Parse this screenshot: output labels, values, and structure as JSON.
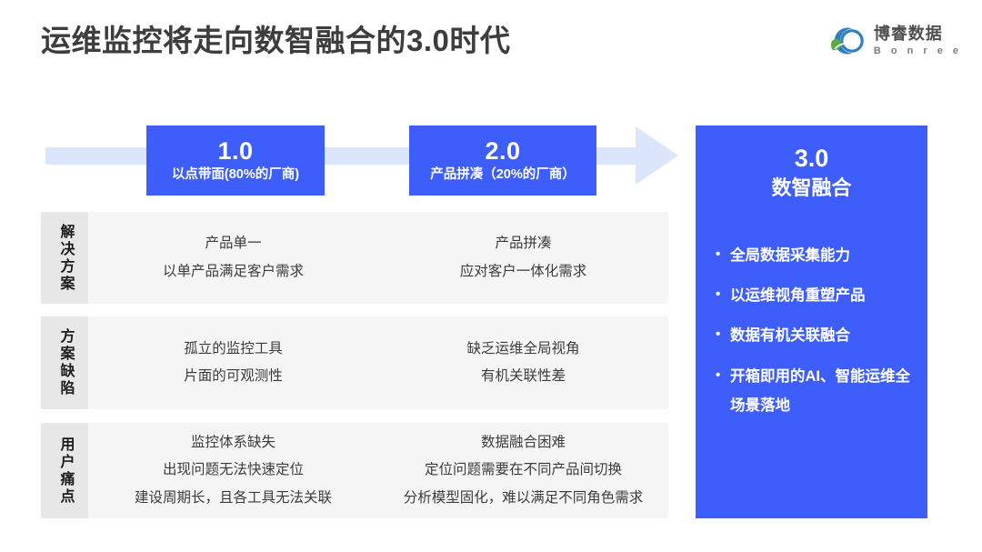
{
  "header": {
    "title": "运维监控将走向数智融合的3.0时代",
    "logo": {
      "name_cn": "博睿数据",
      "name_en": "B o n r e e",
      "mark": "bonree-circle-leaf-logo"
    }
  },
  "colors": {
    "brand_blue": "#3d5efb",
    "arrow_light_blue": "#dbe5fb",
    "row_band": "#f5f5f5",
    "row_label_band": "#e7e7e7",
    "title_gray": "#3d3d3d"
  },
  "stages": [
    {
      "number": "1.0",
      "subtitle": "以点带面(80%的厂商)"
    },
    {
      "number": "2.0",
      "subtitle": "产品拼凑（20%的厂商）"
    }
  ],
  "panel3": {
    "number": "3.0",
    "subtitle": "数智融合",
    "bullets": [
      "全局数据采集能力",
      "以运维视角重塑产品",
      "数据有机关联融合",
      "开箱即用的AI、智能运维全场景落地"
    ]
  },
  "rows": [
    {
      "label": "解决方案",
      "cells": [
        [
          "产品单一",
          "以单产品满足客户需求"
        ],
        [
          "产品拼凑",
          "应对客户一体化需求"
        ]
      ]
    },
    {
      "label": "方案缺陷",
      "cells": [
        [
          "孤立的监控工具",
          "片面的可观测性"
        ],
        [
          "缺乏运维全局视角",
          "有机关联性差"
        ]
      ]
    },
    {
      "label": "用户痛点",
      "cells": [
        [
          "监控体系缺失",
          "出现问题无法快速定位",
          "建设周期长，且各工具无法关联"
        ],
        [
          "数据融合困难",
          "定位问题需要在不同产品间切换",
          "分析模型固化，难以满足不同角色需求"
        ]
      ]
    }
  ]
}
